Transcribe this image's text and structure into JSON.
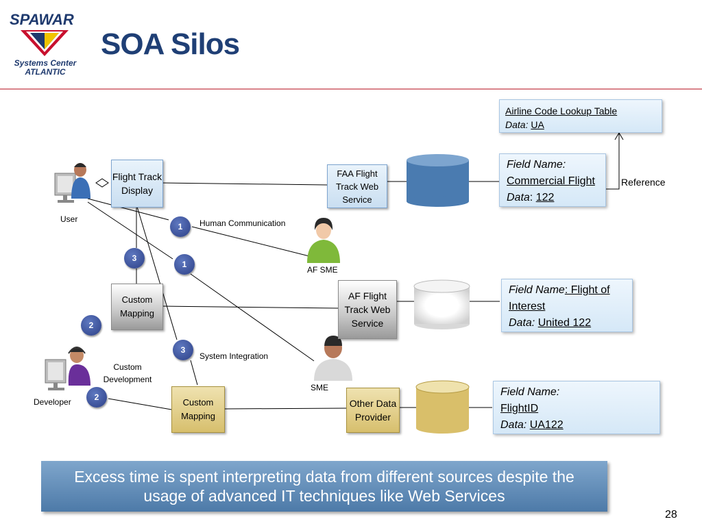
{
  "header": {
    "logo": {
      "brand": "SPAWAR",
      "line1": "Systems Center",
      "line2": "ATLANTIC"
    },
    "title": "SOA Silos"
  },
  "diagram": {
    "flight_track_display": "Flight Track Display",
    "faa_service": "FAA Flight Track Web Service",
    "af_service": "AF Flight Track Web Service",
    "other_provider": "Other Data Provider",
    "custom_mapping_1": "Custom Mapping",
    "custom_mapping_2": "Custom Mapping",
    "user_label": "User",
    "developer_label": "Developer",
    "custom_development": "Custom Development",
    "af_sme_label": "AF SME",
    "sme_label": "SME",
    "human_comm": "Human Communication",
    "system_integration": "System Integration",
    "reference": "Reference",
    "badges": {
      "b1a": "1",
      "b1b": "1",
      "b2a": "2",
      "b2b": "2",
      "b3a": "3",
      "b3b": "3"
    },
    "lookup": {
      "title": "Airline Code Lookup Table",
      "data_label": "Data:",
      "data_value": "UA"
    },
    "faa_field": {
      "name_label": "Field Name:",
      "name_value": "Commercial Flight",
      "data_label": "Data",
      "data_value": "122"
    },
    "af_field": {
      "name_label": "Field Name",
      "name_value": ": Flight of Interest",
      "data_label": "Data:",
      "data_value": "United 122"
    },
    "other_field": {
      "name_label": "Field Name:",
      "name_value": "FlightID",
      "data_label": "Data:",
      "data_value": "UA122"
    }
  },
  "banner": "Excess time is spent interpreting data from different sources despite the usage of advanced IT techniques like Web Services",
  "page_number": "28",
  "colors": {
    "title": "#1f3f75",
    "badge": "#2c3f86",
    "rule": "#d9838a",
    "banner": "#5a86b3"
  }
}
